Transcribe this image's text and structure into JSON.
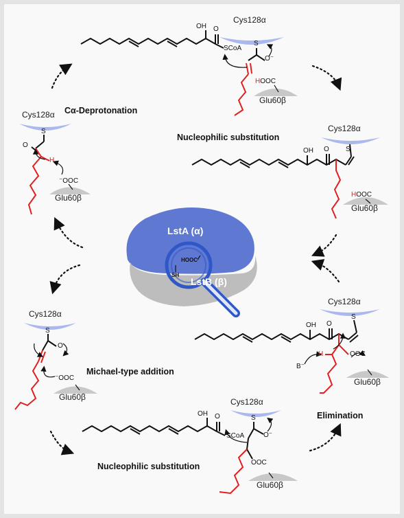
{
  "steps": {
    "deprotonation": "Cα-Deprotonation",
    "nucleophilic_top": "Nucleophilic substitution",
    "michael": "Michael-type addition",
    "nucleophilic_bottom": "Nucleophilic substitution",
    "elimination": "Elimination"
  },
  "residues": {
    "cys": "Cys128α",
    "glu": "Glu60β"
  },
  "groups": {
    "scoa": "SCoA",
    "oh": "OH",
    "o": "O",
    "o_minus": "O⁻",
    "s": "S",
    "h": "H",
    "b": "B⁻",
    "ooc": "⁻OOC",
    "ooc_plain": "OOC",
    "hooc_h": "H",
    "hooc_rest": "OOC"
  },
  "center": {
    "lsta": "LstA (α)",
    "lstb": "LstB (β)",
    "hooc": "HOOC",
    "sh": "SH"
  },
  "colors": {
    "cys_cap": "#aab8ee",
    "glu_cap": "#c8c8c8",
    "lsta": "#5f79d3",
    "lstb": "#bdbdbd",
    "magnifier": "#2f57c8",
    "red": "#e02020"
  }
}
